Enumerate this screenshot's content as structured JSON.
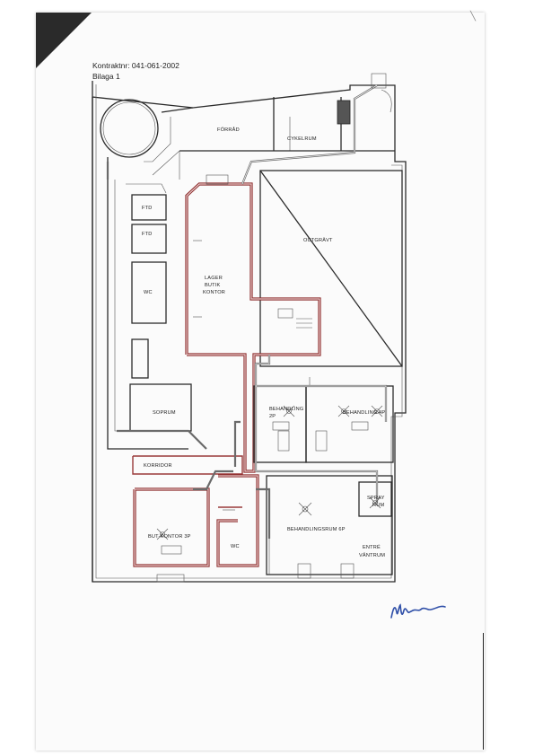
{
  "header": {
    "contract": "Kontraktnr: 041-061-2002",
    "appendix": "Bilaga 1"
  },
  "rooms": {
    "forrad": "FÖRRÅD",
    "cykelrum": "CYKELRUM",
    "ftd1": "FTD",
    "ftd2": "FTD",
    "wc_left": "WC",
    "lager": "LAGER",
    "butik": "BUTIK",
    "kontor": "KONTOR",
    "outgravt": "OUTGRÄVT",
    "soprum": "SOPRUM",
    "behandling2p": "BEHANDLING",
    "behandling2p_b": "2P",
    "behandling4p": "BEHANDLING 4P",
    "korridor": "KORRIDOR",
    "spray": "SPRAY",
    "spray_b": "RUM",
    "butik_kontor": "BUT-KONTOR 3P",
    "wc_bottom": "WC",
    "behandlingsrum6p": "BEHANDLINGSRUM 6P",
    "entre": "ENTRÉ",
    "vantrum": "VÄNTRUM"
  },
  "colors": {
    "accent": "#9a3b3b",
    "line": "#2b2b2b",
    "duct": "#6a6a6a"
  }
}
